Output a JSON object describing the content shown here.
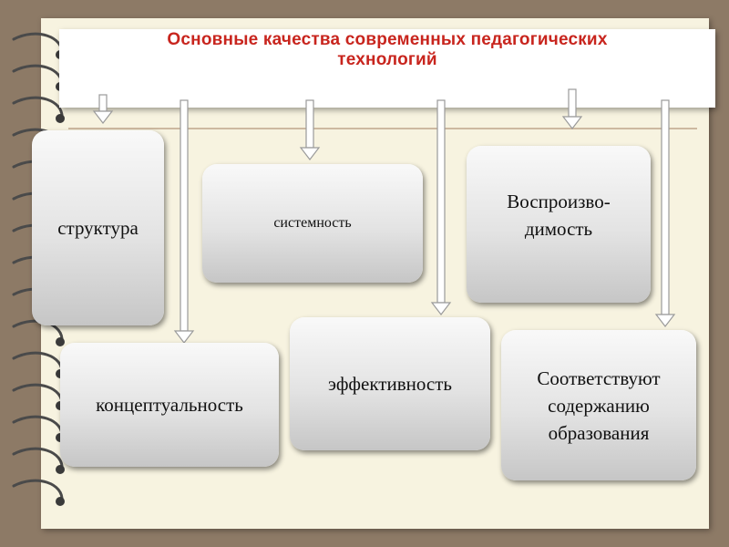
{
  "title": "Основные качества современных педагогических\nтехнологий",
  "qualities": [
    {
      "label": "структура"
    },
    {
      "label": "системность"
    },
    {
      "label": "Воспроизво-\nдимость"
    },
    {
      "label": "концептуальность"
    },
    {
      "label": "эффективность"
    },
    {
      "label": "Соответствуют\nсодержанию\nобразования"
    }
  ],
  "colors": {
    "title": "#c8251e",
    "background": "#8d7a66",
    "paper": "#f7f3e0",
    "box_top": "#f9f9f9",
    "box_bottom": "#c6c6c6"
  }
}
